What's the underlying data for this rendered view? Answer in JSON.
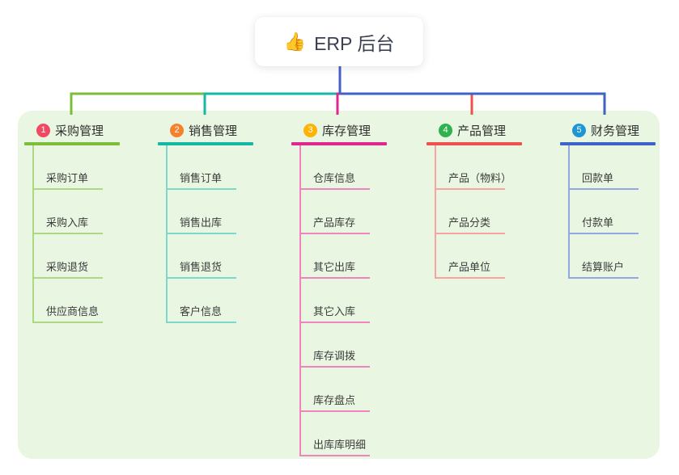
{
  "root": {
    "icon": "👍",
    "label": "ERP 后台"
  },
  "panel": {
    "bg_color": "#e9f6e2"
  },
  "connectors": {
    "root_line_color": "#4a5fc6"
  },
  "branches": [
    {
      "num": "1",
      "title": "采购管理",
      "badge_color": "#f04a62",
      "line_color": "#7cbd3a",
      "light_color": "#aed883",
      "children": [
        "采购订单",
        "采购入库",
        "采购退货",
        "供应商信息"
      ]
    },
    {
      "num": "2",
      "title": "销售管理",
      "badge_color": "#f5802d",
      "line_color": "#15b7a5",
      "light_color": "#7fd6cb",
      "children": [
        "销售订单",
        "销售出库",
        "销售退货",
        "客户信息"
      ]
    },
    {
      "num": "3",
      "title": "库存管理",
      "badge_color": "#ffb302",
      "line_color": "#e0268f",
      "light_color": "#ee85c1",
      "children": [
        "仓库信息",
        "产品库存",
        "其它出库",
        "其它入库",
        "库存调拨",
        "库存盘点",
        "出库库明细"
      ]
    },
    {
      "num": "4",
      "title": "产品管理",
      "badge_color": "#2eb24e",
      "line_color": "#f0514e",
      "light_color": "#f6a3a1",
      "children": [
        "产品（物料）",
        "产品分类",
        "产品单位"
      ]
    },
    {
      "num": "5",
      "title": "财务管理",
      "badge_color": "#1f96d3",
      "line_color": "#3d62c8",
      "light_color": "#92a8de",
      "children": [
        "回款单",
        "付款单",
        "结算账户"
      ]
    }
  ]
}
